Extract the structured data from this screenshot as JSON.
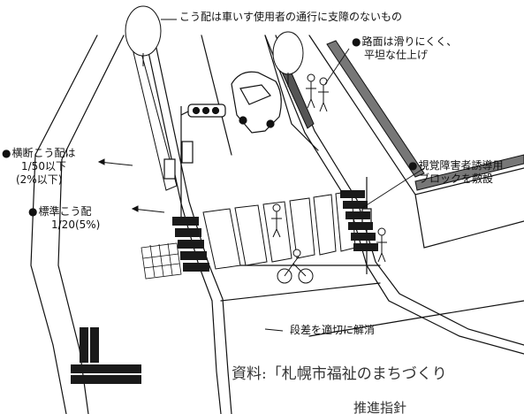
{
  "labels": {
    "slope_note": "こう配は車いす使用者の通行に支障のないもの",
    "surface_note": {
      "bullet": "●",
      "line1": "路面は滑りにくく、",
      "line2": "平坦な仕上げ"
    },
    "cross_slope": {
      "bullet": "●",
      "line1": "横断こう配は",
      "line2": "1/50以下",
      "line3": "(2%以下)"
    },
    "standard_slope": {
      "bullet": "●",
      "line1": "標準こう配",
      "line2": "1/20(5%)"
    },
    "tactile_blocks": {
      "bullet": "●",
      "line1": "視覚障害者誘導用",
      "line2": "ブロックを敷設"
    },
    "step_note": "段差を適切に解消"
  },
  "source": {
    "text": "資料:「札幌市福祉のまちづくり",
    "text2": "推進指針"
  },
  "colors": {
    "ink": "#111111",
    "tactile": "#1a1a1a",
    "background": "#ffffff"
  }
}
